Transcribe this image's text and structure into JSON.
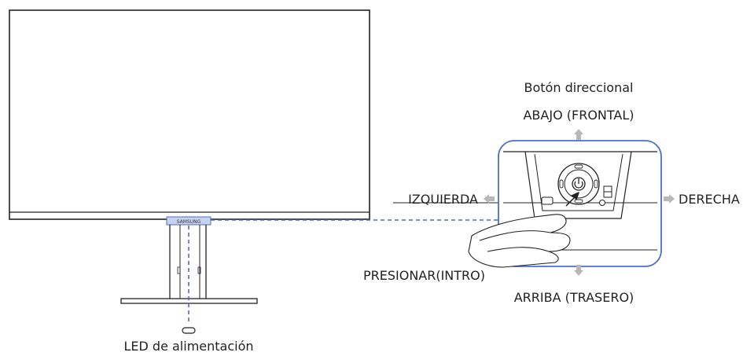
{
  "labels": {
    "button_title": "Botón direccional",
    "down_front": "ABAJO (FRONTAL)",
    "left": "IZQUIERDA",
    "right": "DERECHA",
    "press_enter": "PRESIONAR(INTRO)",
    "up_rear": "ARRIBA (TRASERO)",
    "power_led": "LED de alimentación"
  },
  "logo_text": "SAMSUNG",
  "colors": {
    "outline": "#222222",
    "highlight": "#4a6fc9",
    "highlight_fill": "#c7d3ee",
    "arrow": "#b8b8b8"
  }
}
